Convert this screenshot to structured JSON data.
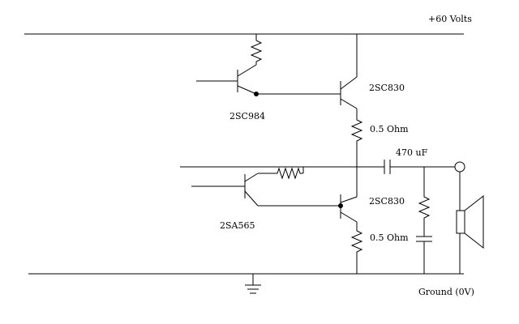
{
  "labels": {
    "supply": "+60 Volts",
    "ground": "Ground (0V)",
    "q_driver_top": "2SC984",
    "q_driver_bottom": "2SA565",
    "q_output_top": "2SC830",
    "q_output_bottom": "2SC830",
    "r_emitter_top": "0.5 Ohm",
    "r_emitter_bottom": "0.5 Ohm",
    "c_output": "470 uF"
  },
  "colors": {
    "ink": "#000000",
    "background": "#ffffff"
  }
}
